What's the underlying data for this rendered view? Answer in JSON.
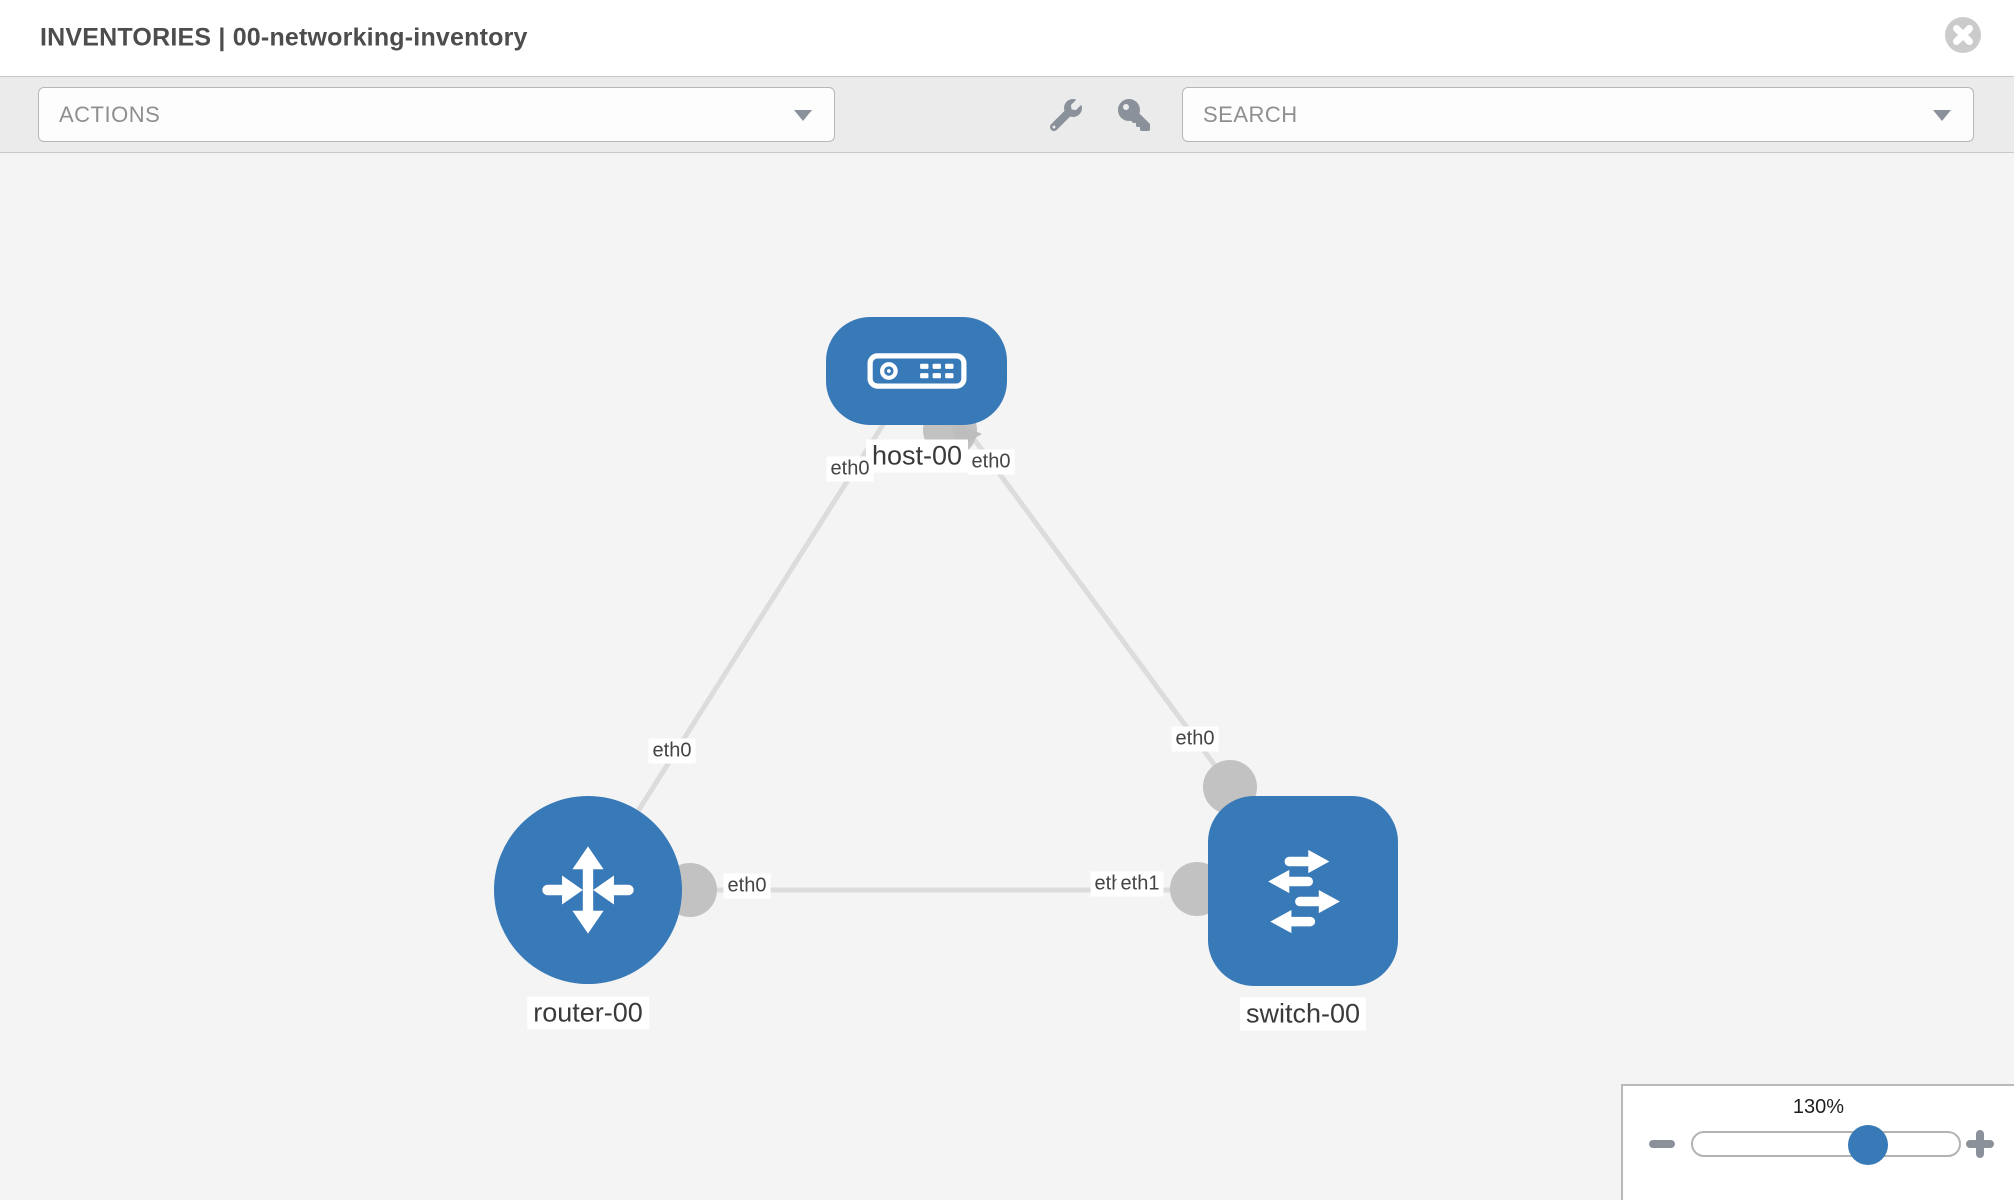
{
  "header": {
    "title": "INVENTORIES | 00-networking-inventory"
  },
  "toolbar": {
    "actions_label": "ACTIONS",
    "search_placeholder": "SEARCH",
    "icons": [
      "wrench-icon",
      "key-icon"
    ]
  },
  "topology": {
    "nodes": [
      {
        "id": "host-00",
        "label": "host-00",
        "type": "host"
      },
      {
        "id": "router-00",
        "label": "router-00",
        "type": "router"
      },
      {
        "id": "switch-00",
        "label": "switch-00",
        "type": "switch"
      }
    ],
    "edges": [
      {
        "from": "host-00",
        "to": "router-00",
        "from_interface": "eth0",
        "to_interface": "eth0"
      },
      {
        "from": "host-00",
        "to": "switch-00",
        "from_interface": "eth0",
        "to_interface": "eth0"
      },
      {
        "from": "router-00",
        "to": "switch-00",
        "from_interface": "eth0",
        "to_interface": "eth1",
        "overlapped_label": "eth0"
      }
    ]
  },
  "zoom_control": {
    "value": "130%"
  },
  "colors": {
    "node_blue": "#3879b8",
    "edge_gray": "#dcdcdc",
    "connector_gray": "#c2c2c2",
    "icon_gray": "#8b919b",
    "canvas_bg": "#f4f4f4",
    "toolbar_bg": "#ebebeb"
  }
}
